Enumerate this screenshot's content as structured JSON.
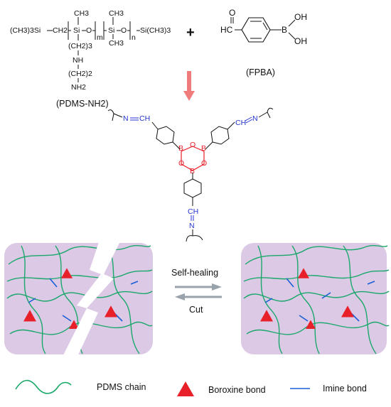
{
  "monomer1": {
    "end_left": "(CH3)3Si",
    "ch2": "CH2",
    "si_top": "CH3",
    "si": "Si",
    "o1": "O",
    "m": "m",
    "si2_top": "CH3",
    "si2": "Si",
    "si2_bottom": "CH3",
    "o2": "O",
    "n": "n",
    "end_right": "Si(CH3)3",
    "propyl": "(CH2)3",
    "nh": "NH",
    "ethyl": "(CH2)2",
    "nh2": "NH2",
    "label": "(PDMS-NH2)"
  },
  "plus": "+",
  "monomer2": {
    "o": "O",
    "hc": "HC",
    "b": "B",
    "oh1": "OH",
    "oh2": "OH",
    "label": "(FPBA)"
  },
  "product": {
    "n_left": "N",
    "ch_left": "CH",
    "n_right": "N",
    "ch_right": "CH",
    "ch_bottom": "CH",
    "n_bottom": "N",
    "b1": "B",
    "b2": "B",
    "b3": "B",
    "o1": "O",
    "o2": "O",
    "o3": "O"
  },
  "process": {
    "forward": "Self-healing",
    "reverse": "Cut"
  },
  "legend": {
    "chain": "PDMS chain",
    "boroxine": "Boroxine bond",
    "imine": "Imine bond"
  },
  "colors": {
    "network_bg": "#dcc9e6",
    "chain": "#1aa86a",
    "boroxine": "#e8202a",
    "imine": "#1a5fd6",
    "arrow_down": "#f07b7b",
    "arrow_gray": "#9aa3ab"
  }
}
